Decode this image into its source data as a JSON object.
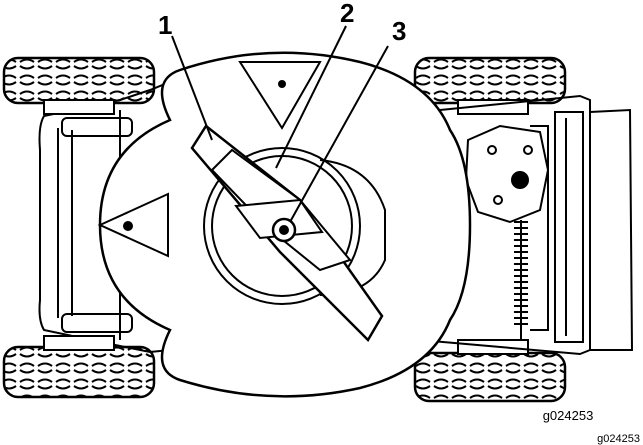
{
  "figure": {
    "callouts": [
      "1",
      "2",
      "3"
    ],
    "figure_code": "g024253",
    "figure_code_corner": "g024253"
  },
  "colors": {
    "line": "#000000",
    "background": "#ffffff",
    "blade": "#ffffff"
  }
}
